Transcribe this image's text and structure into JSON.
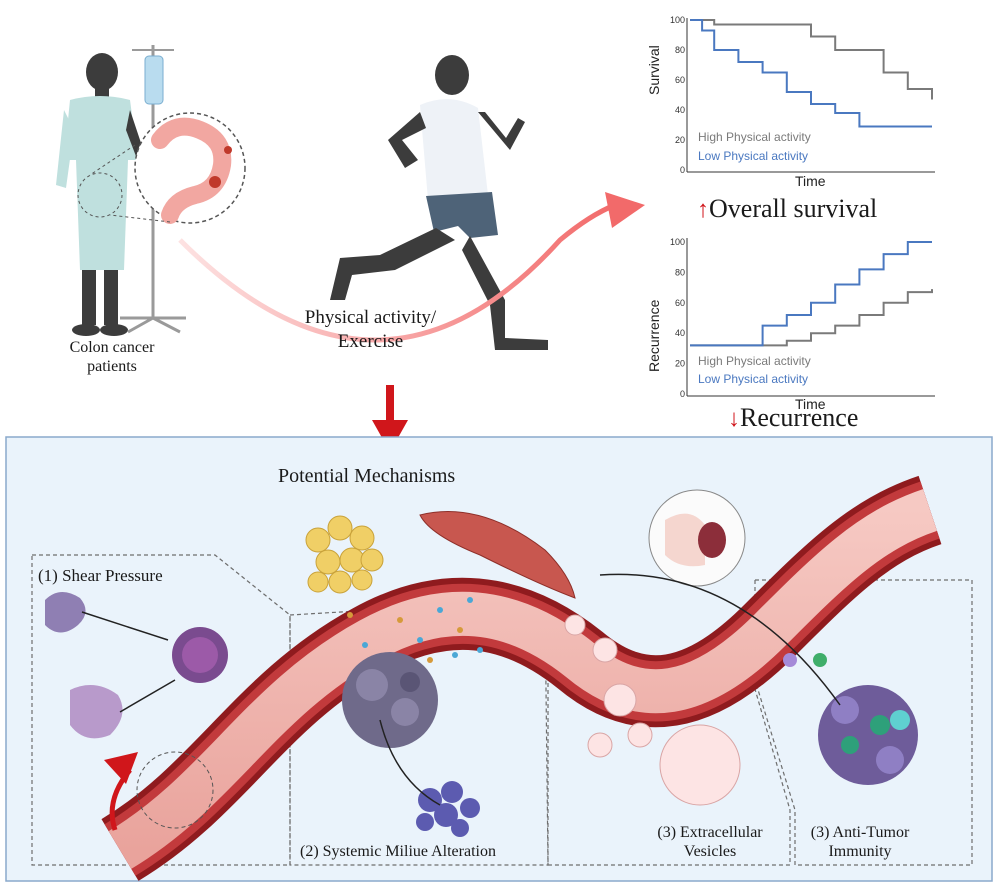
{
  "labels": {
    "patients": "Colon cancer\npatients",
    "exercise": "Physical activity/\nExercise",
    "overall_survival": "Overall survival",
    "recurrence": "Recurrence",
    "potential_mechanisms": "Potential Mechanisms",
    "shear_pressure": "(1) Shear Pressure",
    "systemic_milieu": "(2) Systemic Miliue Alteration",
    "extracellular_vesicles": "(3) Extracellular\nVesicles",
    "anti_tumor_immunity": "(3) Anti-Tumor\nImmunity"
  },
  "colors": {
    "high_activity": "#7a7a7a",
    "low_activity": "#4a78c0",
    "arrow_red": "#d0161b",
    "vessel": "#b02426",
    "panel_bg": "#eaf3fb",
    "panel_border": "#8aa9cc"
  },
  "chart_data": [
    {
      "type": "line",
      "step": true,
      "xlabel": "Time",
      "ylabel": "Survival",
      "yticks": [
        0,
        20,
        40,
        60,
        80,
        100
      ],
      "ylim": [
        0,
        100
      ],
      "xlim": [
        0,
        100
      ],
      "series": [
        {
          "name": "High Physical activity",
          "color": "#7a7a7a",
          "x": [
            0,
            5,
            10,
            20,
            30,
            40,
            50,
            60,
            70,
            80,
            90,
            100
          ],
          "y": [
            100,
            100,
            97,
            97,
            97,
            97,
            89,
            80,
            80,
            65,
            54,
            47
          ]
        },
        {
          "name": "Low Physical activity",
          "color": "#4a78c0",
          "x": [
            0,
            5,
            10,
            20,
            30,
            40,
            50,
            60,
            70,
            80,
            90,
            100
          ],
          "y": [
            100,
            93,
            80,
            72,
            65,
            52,
            44,
            38,
            29,
            29,
            29,
            29
          ]
        }
      ]
    },
    {
      "type": "line",
      "step": true,
      "xlabel": "Time",
      "ylabel": "Recurrence",
      "yticks": [
        0,
        20,
        40,
        60,
        80,
        100
      ],
      "ylim": [
        0,
        100
      ],
      "xlim": [
        0,
        100
      ],
      "series": [
        {
          "name": "High Physical activity",
          "color": "#7a7a7a",
          "x": [
            0,
            10,
            20,
            30,
            40,
            50,
            60,
            70,
            80,
            90,
            100
          ],
          "y": [
            32,
            32,
            32,
            32,
            35,
            40,
            45,
            52,
            60,
            67,
            69
          ]
        },
        {
          "name": "Low Physical activity",
          "color": "#4a78c0",
          "x": [
            0,
            10,
            20,
            30,
            40,
            50,
            60,
            70,
            80,
            90,
            100
          ],
          "y": [
            32,
            32,
            32,
            45,
            52,
            60,
            72,
            82,
            92,
            100,
            100
          ]
        }
      ]
    }
  ]
}
